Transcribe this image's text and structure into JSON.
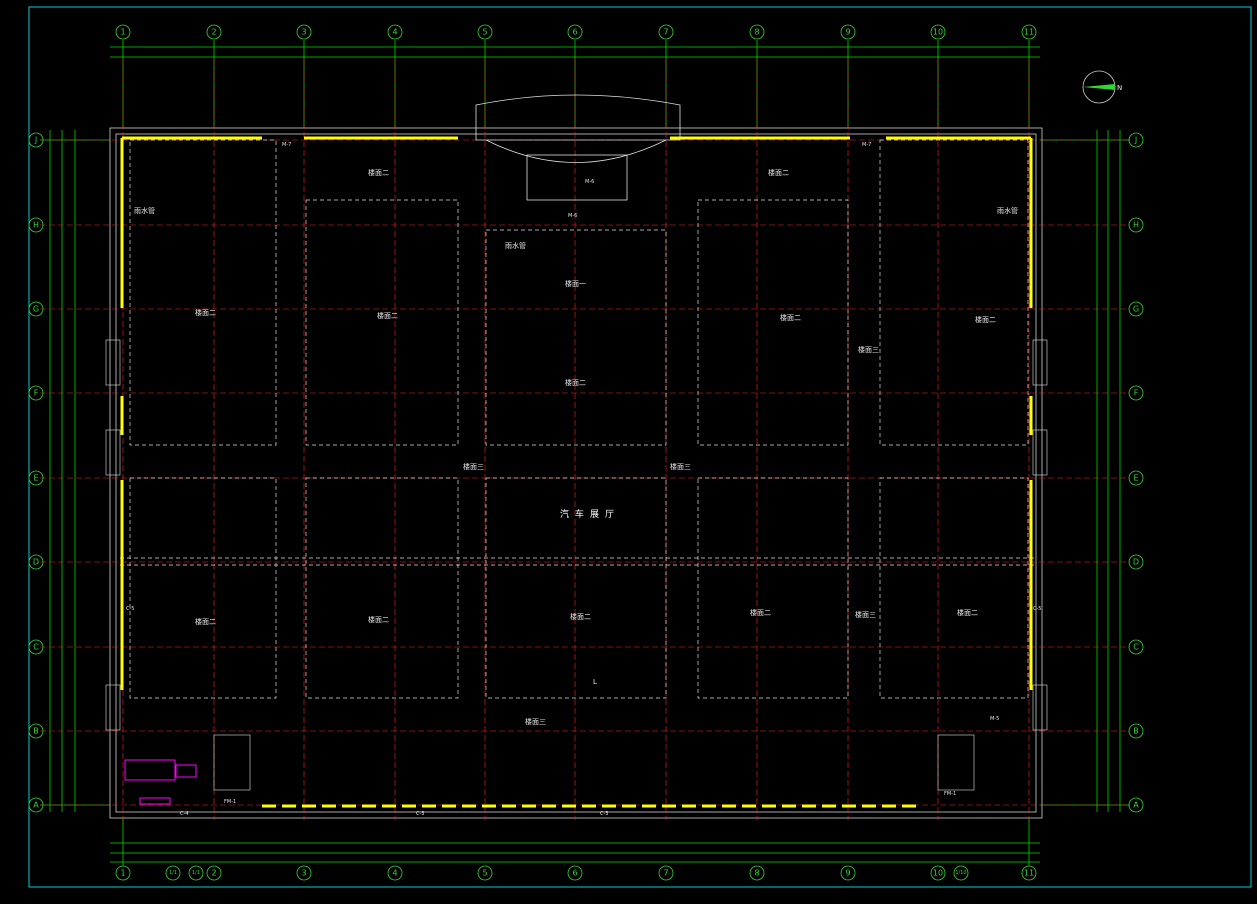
{
  "drawing": {
    "hall_label": "汽车展厅",
    "grid_axes_top": [
      "1",
      "2",
      "3",
      "4",
      "5",
      "6",
      "7",
      "8",
      "9",
      "10",
      "11"
    ],
    "grid_axes_bottom": [
      "1",
      "1/1",
      "1/1",
      "2",
      "3",
      "4",
      "5",
      "6",
      "7",
      "8",
      "9",
      "10",
      "1/10",
      "11"
    ],
    "grid_axes_side": [
      "J",
      "H",
      "G",
      "F",
      "E",
      "D",
      "C",
      "B",
      "A"
    ],
    "room_labels": [
      "楼面二",
      "楼面一",
      "楼面三"
    ],
    "notes": [
      "雨水管",
      "L"
    ],
    "north_label": "N",
    "door_tags": [
      "M-7",
      "M-6",
      "FM-1",
      "M-5",
      "C-5",
      "C-3",
      "C-4"
    ]
  },
  "colors": {
    "background": "#000000",
    "grid_axis": "#ff2020",
    "wall": "#ffff00",
    "dimension": "#00d800",
    "border": "#00d0d0",
    "text": "#e6e6e6",
    "accent": "#ff00ff"
  }
}
